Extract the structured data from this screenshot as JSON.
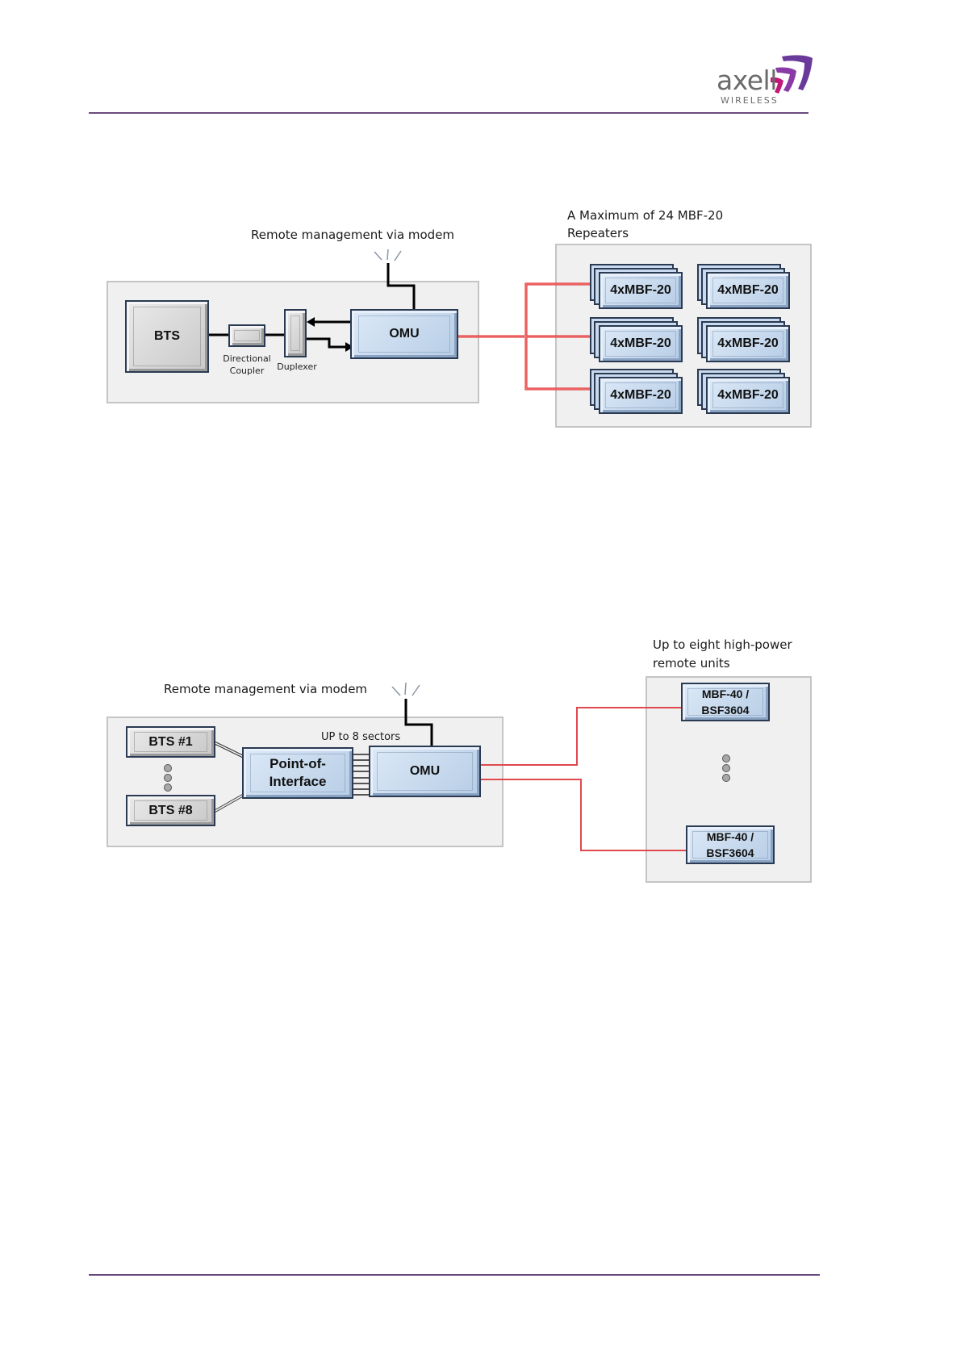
{
  "header": {
    "logo_brand": "axell",
    "logo_sub": "WIRELESS",
    "brand_colors": {
      "purple": "#6a3a9a",
      "magenta": "#c2187a",
      "rule": "#6a4a7e"
    }
  },
  "diagram1": {
    "remote_label": "Remote management via modem",
    "repeaters_caption_line1": "A Maximum of 24 MBF-20",
    "repeaters_caption_line2": "Repeaters",
    "bts": "BTS",
    "coupler_line1": "Directional",
    "coupler_line2": "Coupler",
    "duplexer": "Duplexer",
    "omu": "OMU",
    "repeaters": [
      {
        "label": "4xMBF-20"
      },
      {
        "label": "4xMBF-20"
      },
      {
        "label": "4xMBF-20"
      },
      {
        "label": "4xMBF-20"
      },
      {
        "label": "4xMBF-20"
      },
      {
        "label": "4xMBF-20"
      }
    ]
  },
  "diagram2": {
    "remote_label": "Remote management via modem",
    "sectors_label": "UP to 8 sectors",
    "remote_caption_line1": "Up to eight high-power",
    "remote_caption_line2": "remote units",
    "bts_first": "BTS #1",
    "bts_last": "BTS #8",
    "poi_line1": "Point-of-",
    "poi_line2": "Interface",
    "omu": "OMU",
    "remote_top_line1": "MBF-40 /",
    "remote_top_line2": "BSF3604",
    "remote_bottom_line1": "MBF-40 /",
    "remote_bottom_line2": "BSF3604"
  },
  "colors": {
    "fiber": "#e02020",
    "box_blue": "#c3d6ec",
    "box_grey": "#d4d4d4",
    "border": "#2a3a52"
  }
}
